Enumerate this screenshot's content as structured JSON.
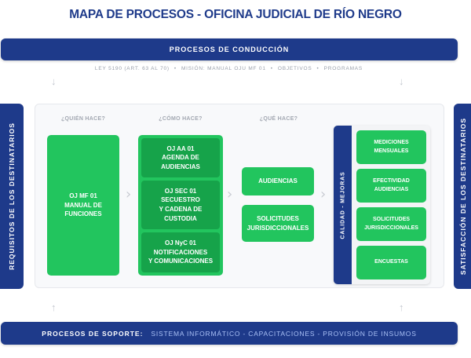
{
  "title": "MAPA DE PROCESOS - OFICINA JUDICIAL DE RÍO NEGRO",
  "conduccion": {
    "label": "PROCESOS DE CONDUCCIÓN",
    "items": [
      "LEY 5190 (ART. 63 AL 70)",
      "MISIÓN: MANUAL OJU MF 01",
      "OBJETIVOS",
      "PROGRAMAS"
    ],
    "separator": "•"
  },
  "left_bar": "REQUISITOS DE LOS DESTINATARIOS",
  "right_bar": "SATISFACCIÓN DE LOS DESTINATARIOS",
  "columns": {
    "quien": {
      "header": "¿QUIÉN HACE?",
      "box": "OJ MF 01\nMANUAL DE\nFUNCIONES"
    },
    "como": {
      "header": "¿CÓMO HACE?",
      "boxes": [
        "OJ AA 01\nAGENDA DE\nAUDIENCIAS",
        "OJ SEC 01\nSECUESTRO\nY CADENA DE\nCUSTODIA",
        "OJ NyC 01\nNOTIFICACIONES\nY COMUNICACIONES"
      ]
    },
    "que": {
      "header": "¿QUÉ HACE?",
      "boxes": [
        "AUDIENCIAS",
        "SOLICITUDES\nJURISDICCIONALES"
      ]
    }
  },
  "calidad": {
    "label": "CALIDAD - MEJORAS",
    "boxes": [
      "MEDICIONES\nMENSUALES",
      "EFECTIVIDAD\nAUDIENCIAS",
      "SOLICITUDES\nJURISDICCIONALES",
      "ENCUESTAS"
    ]
  },
  "soporte": {
    "label": "PROCESOS DE SOPORTE:",
    "items": "SISTEMA INFORMÁTICO - CAPACITACIONES - PROVISIÓN DE INSUMOS"
  },
  "colors": {
    "blue": "#1e3a8a",
    "green": "#22c55e",
    "dark_green": "#16a34a"
  }
}
